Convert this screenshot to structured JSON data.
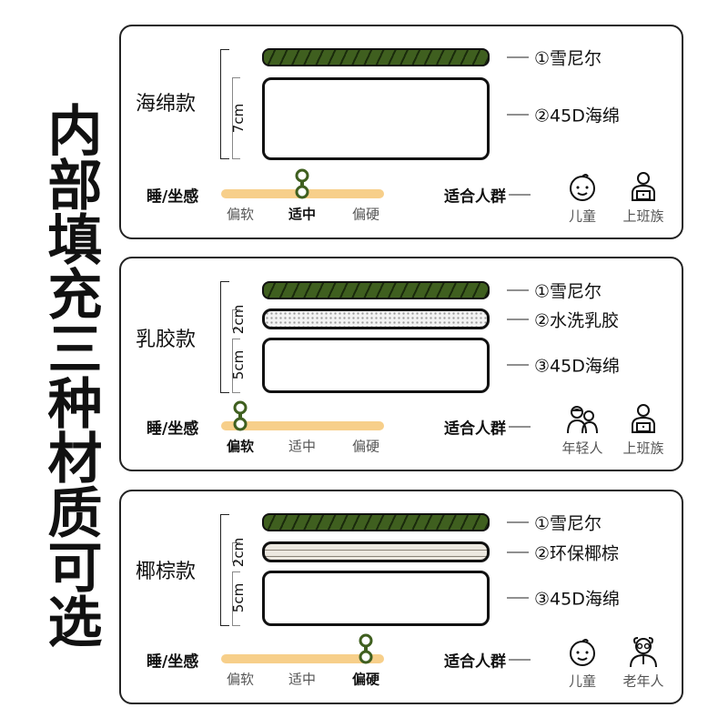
{
  "title": "内部填充三种材质可选",
  "feel_label": "睡/坐感",
  "suit_label": "适合人群",
  "ticks": [
    "偏软",
    "适中",
    "偏硬"
  ],
  "colors": {
    "green": "#3f5f1f",
    "track": "#f7cf8a"
  },
  "panels": [
    {
      "name": "海绵款",
      "thickness": [
        "7cm"
      ],
      "layers": [
        "①雪尼尔",
        "②45D海绵"
      ],
      "hardness": 0.5,
      "hardness_label": "适中",
      "people": [
        {
          "icon": "child-icon",
          "label": "儿童"
        },
        {
          "icon": "office-worker-icon",
          "label": "上班族"
        }
      ]
    },
    {
      "name": "乳胶款",
      "thickness": [
        "2cm",
        "5cm"
      ],
      "layers": [
        "①雪尼尔",
        "②水洗乳胶",
        "③45D海绵"
      ],
      "hardness": 0,
      "hardness_label": "偏软",
      "people": [
        {
          "icon": "young-people-icon",
          "label": "年轻人"
        },
        {
          "icon": "office-worker-icon",
          "label": "上班族"
        }
      ]
    },
    {
      "name": "椰棕款",
      "thickness": [
        "2cm",
        "5cm"
      ],
      "layers": [
        "①雪尼尔",
        "②环保椰棕",
        "③45D海绵"
      ],
      "hardness": 1,
      "hardness_label": "偏硬",
      "people": [
        {
          "icon": "child-icon",
          "label": "儿童"
        },
        {
          "icon": "elderly-icon",
          "label": "老年人"
        }
      ]
    }
  ]
}
